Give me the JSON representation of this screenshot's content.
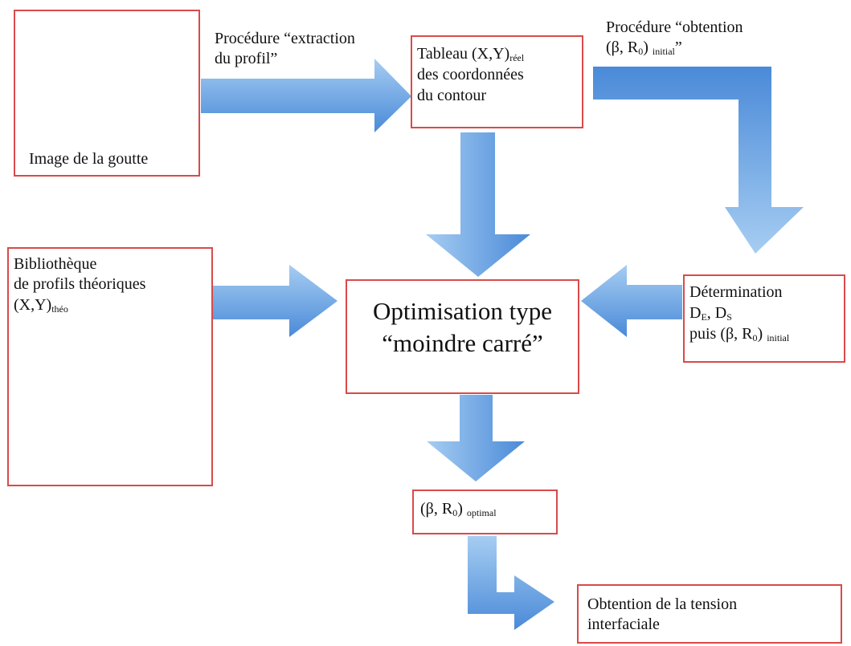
{
  "diagram": {
    "image_caption": "Image de la goutte",
    "step_extraction": {
      "line1": "Procédure “extraction",
      "line2": "du profil”"
    },
    "table_box": {
      "line1_main": "Tableau (X,Y)",
      "line1_sub": "réel",
      "line2": "des coordonnées",
      "line3": "du contour"
    },
    "step_obtention": {
      "line1": "Procédure “obtention",
      "line2_main": "(β, R",
      "line2_r_sub": "0",
      "line2_close": ")",
      "line2_sub": "initial",
      "line2_end": "”"
    },
    "library_box": {
      "line1": "Bibliothèque",
      "line2": "de profils théoriques",
      "line3_main": "(X,Y)",
      "line3_sub": "théo"
    },
    "optim_box": {
      "line1": "Optimisation type",
      "line2": "“moindre carré”"
    },
    "determination_box": {
      "line1": "Détermination",
      "line2_d1": "D",
      "line2_d1_sub": "E",
      "line2_sep": ", D",
      "line2_d2_sub": "S",
      "line3_main": "puis (β, R",
      "line3_r_sub": "0",
      "line3_close": ")",
      "line3_sub": "initial"
    },
    "optimal_box": {
      "main": "(β, R",
      "r_sub": "0",
      "close": ")",
      "sub": "optimal"
    },
    "tension_box": {
      "line1": "Obtention de la tension",
      "line2": "interfaciale"
    },
    "colors": {
      "box_border": "#d94a4a",
      "arrow_light": "#9ec8f0",
      "arrow_dark": "#4a8ad8",
      "profile_curves": [
        "#2222cc",
        "#33aa33",
        "#dddd22",
        "#ee4444",
        "#ff9933"
      ]
    }
  }
}
